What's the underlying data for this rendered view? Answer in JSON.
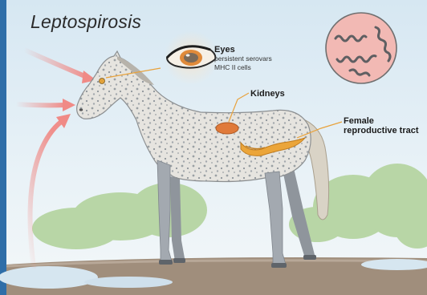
{
  "title": "Leptospirosis",
  "labels": {
    "eyes": "Eyes",
    "eyes_sub1": "persistent serovars",
    "eyes_sub2": "MHC II cells",
    "kidneys": "Kidneys",
    "female_repro": "Female reproductive tract"
  },
  "colors": {
    "sky_top": "#d8e9f3",
    "sky_bottom": "#eef5f8",
    "ground": "#9c8a78",
    "puddle": "#cfe2ef",
    "arrow": "#f08a86",
    "leader_line": "#e8a23c",
    "organ": "#e89a3a",
    "horse_body": "#e8e6e1",
    "horse_legs": "#9aa0a8",
    "bacteria_bg": "#f2b9b4",
    "bacteria": "#6a6a6a"
  }
}
